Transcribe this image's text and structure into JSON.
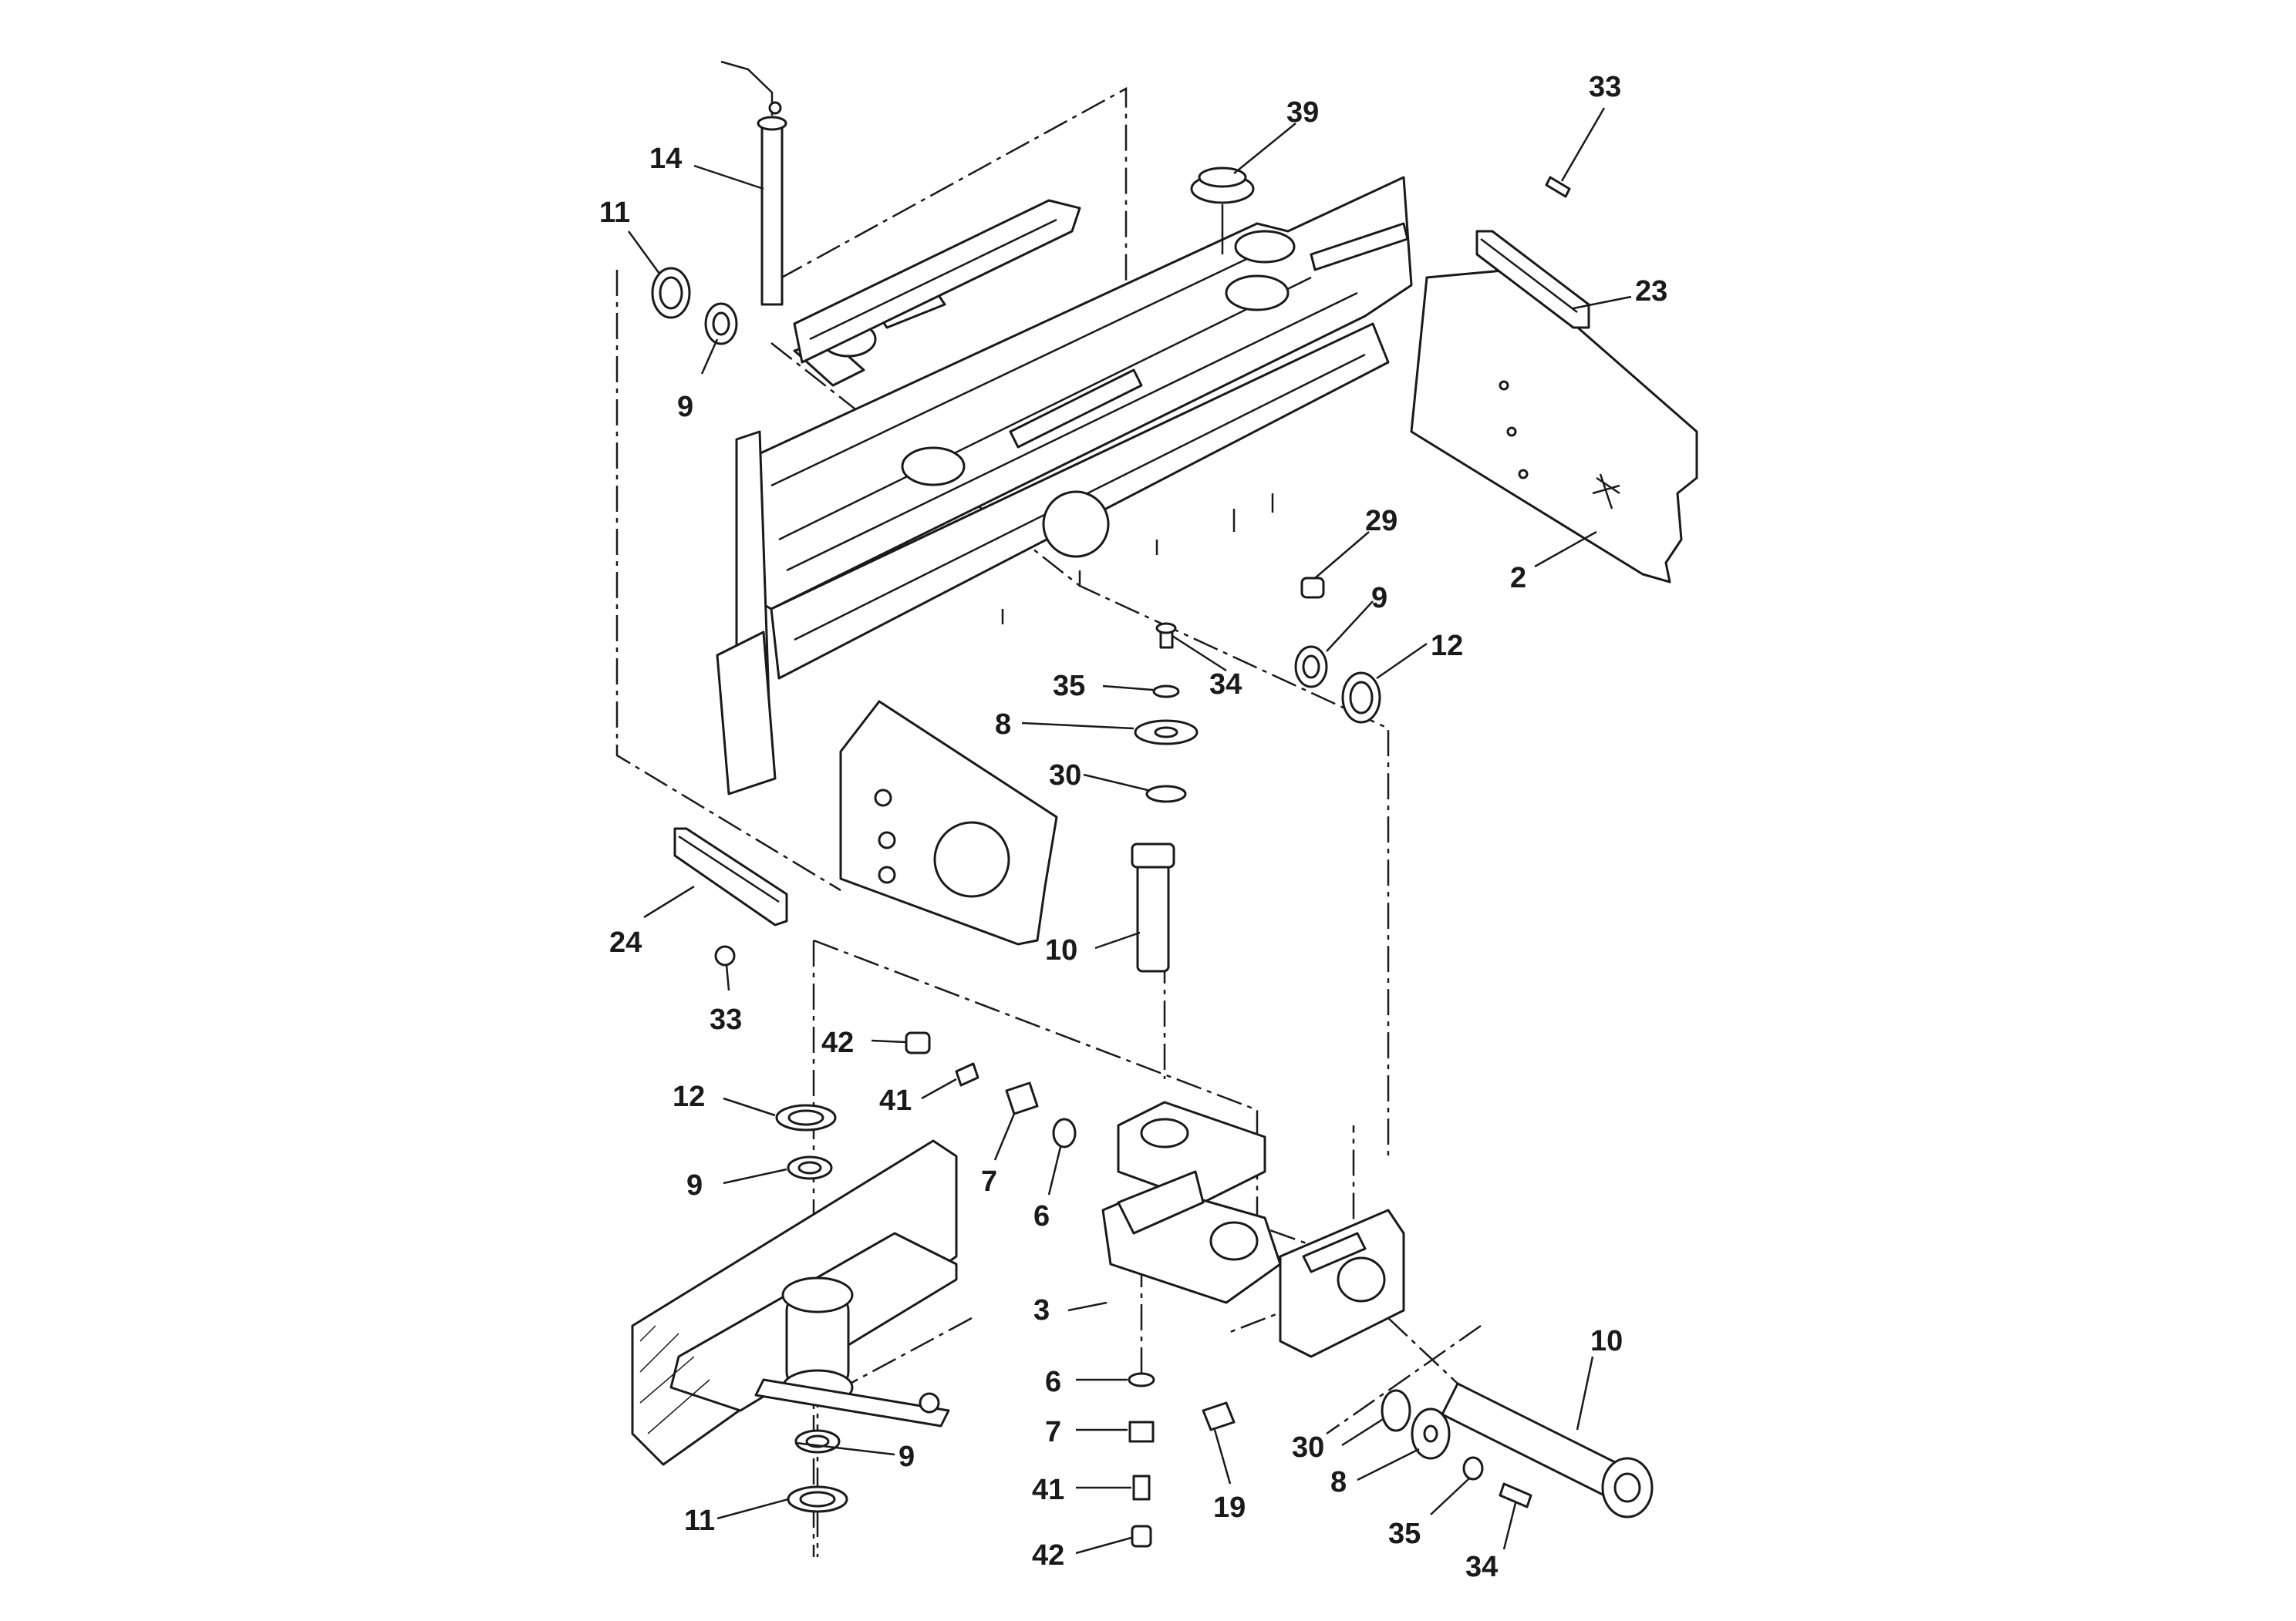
{
  "callouts": [
    {
      "id": "c39",
      "text": "39"
    },
    {
      "id": "c33a",
      "text": "33"
    },
    {
      "id": "c14",
      "text": "14"
    },
    {
      "id": "c11a",
      "text": "11"
    },
    {
      "id": "c23",
      "text": "23"
    },
    {
      "id": "c9a",
      "text": "9"
    },
    {
      "id": "c29",
      "text": "29"
    },
    {
      "id": "c2",
      "text": "2"
    },
    {
      "id": "c9b",
      "text": "9"
    },
    {
      "id": "c12a",
      "text": "12"
    },
    {
      "id": "c35a",
      "text": "35"
    },
    {
      "id": "c34a",
      "text": "34"
    },
    {
      "id": "c8a",
      "text": "8"
    },
    {
      "id": "c30a",
      "text": "30"
    },
    {
      "id": "c10a",
      "text": "10"
    },
    {
      "id": "c24",
      "text": "24"
    },
    {
      "id": "c33b",
      "text": "33"
    },
    {
      "id": "c42a",
      "text": "42"
    },
    {
      "id": "c41a",
      "text": "41"
    },
    {
      "id": "c12b",
      "text": "12"
    },
    {
      "id": "c9c",
      "text": "9"
    },
    {
      "id": "c7a",
      "text": "7"
    },
    {
      "id": "c6a",
      "text": "6"
    },
    {
      "id": "c3",
      "text": "3"
    },
    {
      "id": "c10b",
      "text": "10"
    },
    {
      "id": "c6b",
      "text": "6"
    },
    {
      "id": "c7b",
      "text": "7"
    },
    {
      "id": "c30b",
      "text": "30"
    },
    {
      "id": "c9d",
      "text": "9"
    },
    {
      "id": "c41b",
      "text": "41"
    },
    {
      "id": "c19",
      "text": "19"
    },
    {
      "id": "c8b",
      "text": "8"
    },
    {
      "id": "c35b",
      "text": "35"
    },
    {
      "id": "c11b",
      "text": "11"
    },
    {
      "id": "c42b",
      "text": "42"
    },
    {
      "id": "c34b",
      "text": "34"
    }
  ]
}
